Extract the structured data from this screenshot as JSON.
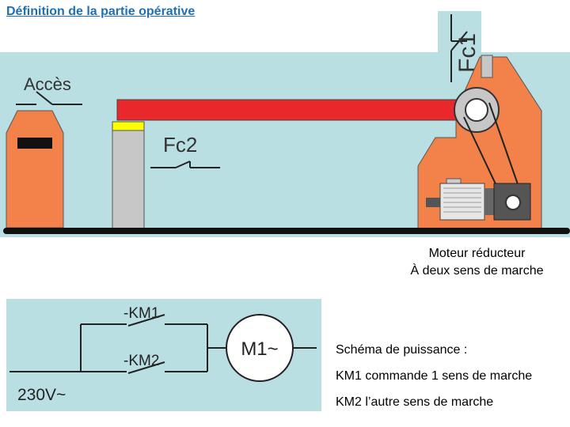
{
  "page": {
    "title": "Définition de la partie opérative"
  },
  "labels": {
    "fc1": "Fc1",
    "fc2": "Fc2",
    "acces": "Accès",
    "motor_line1": "Moteur réducteur",
    "motor_line2": "À deux sens de marche"
  },
  "power_schema": {
    "km1": "-KM1",
    "km2": "-KM2",
    "motor": "M1~",
    "supply": "230V~"
  },
  "legend": {
    "heading": "Schéma de puissance :",
    "km1_text": "KM1 commande 1 sens de marche",
    "km2_text": "KM2 l’autre sens de marche"
  },
  "colors": {
    "background_panel": "#b9dfe3",
    "arm": "#e8282a",
    "orange_part": "#f2814a",
    "post": "#c7c7c7",
    "sensor": "#ffff00",
    "ground": "#111111"
  }
}
